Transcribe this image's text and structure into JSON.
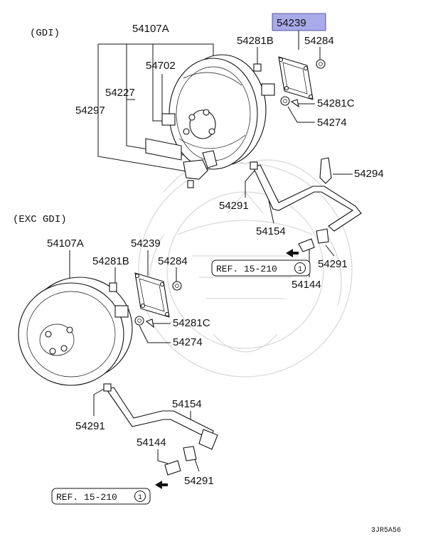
{
  "sections": {
    "gdi": "(GDI)",
    "exc_gdi": "(EXC GDI)"
  },
  "highlight_color": "#a9aaea",
  "gdi_labels": {
    "booster": "54107A",
    "gasket_highlighted": "54239",
    "stud": "54281B",
    "nut": "54284",
    "fitting_top": "54702",
    "bracket": "54227",
    "bolt": "54297",
    "clip": "54281C",
    "washer": "54274",
    "clamp": "54294",
    "check_valve_upper": "54291",
    "hose": "54154",
    "check_valve_lower": "54291",
    "union_bolt": "54144"
  },
  "exc_labels": {
    "booster": "54107A",
    "gasket": "54239",
    "stud": "54281B",
    "nut": "54284",
    "clip": "54281C",
    "washer": "54274",
    "check_valve_upper": "54291",
    "hose": "54154",
    "union_bolt": "54144",
    "check_valve_lower": "54291"
  },
  "references": {
    "gdi": {
      "text": "REF. 15-210",
      "circled": "1"
    },
    "exc": {
      "text": "REF. 15-210",
      "circled": "1"
    }
  },
  "diagram_code": "3JR5A56"
}
